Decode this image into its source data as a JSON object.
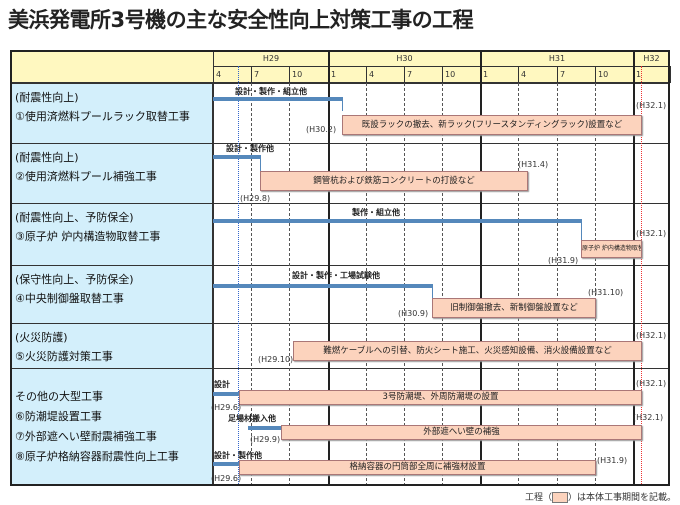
{
  "title": "美浜発電所3号機の主な安全性向上対策工事の工程",
  "years": [
    "H29",
    "H30",
    "H31",
    "H32"
  ],
  "months": [
    "4",
    "7",
    "10",
    "1",
    "4",
    "7",
    "10",
    "1",
    "4",
    "7",
    "10",
    "1"
  ],
  "rows": [
    {
      "category": "(耐震性向上)",
      "name": "①使用済燃料プールラック取替工事",
      "phase": "設計・製作・組立他",
      "work": "既設ラックの撤去、新ラック(フリースタンディングラック)設置など",
      "start": "(H30.2)",
      "end": "(H32.1)"
    },
    {
      "category": "(耐震性向上)",
      "name": "②使用済燃料プール補強工事",
      "phase": "設計・製作他",
      "work": "鋼管杭および鉄筋コンクリートの打設など",
      "start": "(H29.8)",
      "end": "(H31.4)"
    },
    {
      "category": "(耐震性向上、予防保全)",
      "name": "③原子炉 炉内構造物取替工事",
      "phase": "製作・組立他",
      "work": "原子炉 炉内構造物取替",
      "start": "(H31.9)",
      "end": "(H32.1)"
    },
    {
      "category": "(保守性向上、予防保全)",
      "name": "④中央制御盤取替工事",
      "phase": "設計・製作・工場試験他",
      "work": "旧制御盤撤去、新制御盤設置など",
      "start": "(H30.9)",
      "end": "(H31.10)"
    },
    {
      "category": "(火災防護)",
      "name": "⑤火災防護対策工事",
      "work": "難燃ケーブルへの引替、防火シート施工、火災感知設備、消火設備設置など",
      "start": "(H29.10)",
      "end": "(H32.1)"
    },
    {
      "category": "その他の大型工事",
      "items": [
        {
          "name": "⑥防潮堤設置工事",
          "phase": "設計",
          "work": "3号防潮堤、外周防潮堤の設置",
          "start": "(H29.6)",
          "end": "(H32.1)"
        },
        {
          "name": "⑦外部遮へい壁耐震補強工事",
          "phase": "足場材搬入他",
          "work": "外部遮へい壁の補強",
          "start": "(H29.9)",
          "end": "(H32.1)"
        },
        {
          "name": "⑧原子炉格納容器耐震性向上工事",
          "phase": "設計・製作他",
          "work": "格納容器の円筒部全周に補強材設置",
          "start": "(H29.6)",
          "end": "(H31.9)"
        }
      ]
    }
  ],
  "footer": {
    "prefix": "工程（",
    "suffix": "）は本体工事期間を記載。"
  },
  "colors": {
    "header": "#fff8c0",
    "label_bg": "#d3effb",
    "work_box": "#fcd3bd",
    "phase_bar": "#5588bb"
  }
}
